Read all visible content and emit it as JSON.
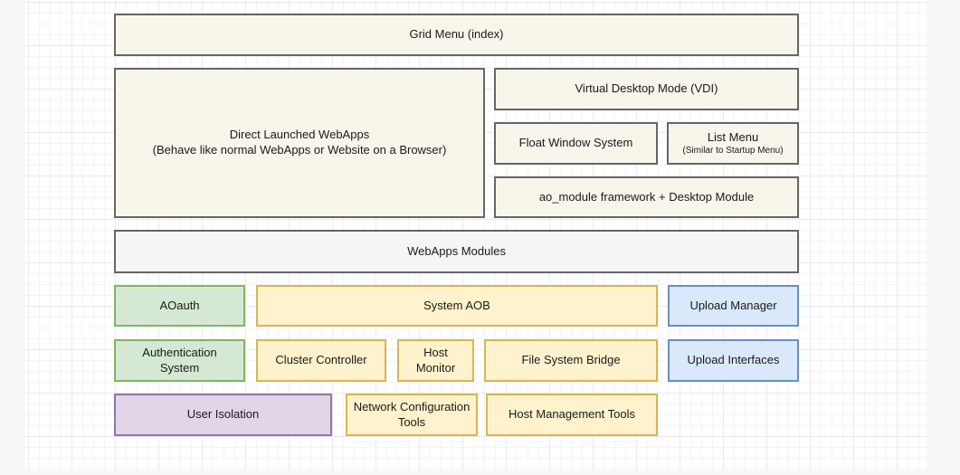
{
  "palette": {
    "cream": {
      "fill": "#f8f5eb",
      "border": "#666666"
    },
    "gray": {
      "fill": "#f5f5f5",
      "border": "#666666"
    },
    "green": {
      "fill": "#d5e8d4",
      "border": "#82b366"
    },
    "yellow": {
      "fill": "#fff2cc",
      "border": "#d6b656"
    },
    "blue": {
      "fill": "#dae8fc",
      "border": "#6c8ebf"
    },
    "purple": {
      "fill": "#e1d5e7",
      "border": "#9673a6"
    }
  },
  "canvas": {
    "page_background": "#ffffff",
    "offpage_background": "#f6f7f9",
    "grid_minor_color": "#f3f4f6",
    "grid_major_color": "#e8eaed"
  },
  "nodes": {
    "grid_menu": {
      "label": "Grid Menu (index)"
    },
    "direct_webapps": {
      "label": "Direct Launched WebApps",
      "sublabel": "(Behave like normal WebApps or Website on a Browser)"
    },
    "vdi": {
      "label": "Virtual Desktop Mode (VDI)"
    },
    "float_window": {
      "label": "Float Window System"
    },
    "list_menu": {
      "label": "List Menu",
      "sublabel": "(Similar to Startup Menu)"
    },
    "ao_module": {
      "label": "ao_module framework + Desktop Module"
    },
    "webapps_modules": {
      "label": "WebApps Modules"
    },
    "aoauth": {
      "label": "AOauth"
    },
    "system_aob": {
      "label": "System AOB"
    },
    "upload_manager": {
      "label": "Upload Manager"
    },
    "auth_system": {
      "label": "Authentication System"
    },
    "cluster_controller": {
      "label": "Cluster Controller"
    },
    "host_monitor": {
      "label": "Host Monitor"
    },
    "fs_bridge": {
      "label": "File System Bridge"
    },
    "upload_interfaces": {
      "label": "Upload Interfaces"
    },
    "user_isolation": {
      "label": "User Isolation"
    },
    "network_config_tools": {
      "label": "Network Configuration Tools"
    },
    "host_mgmt_tools": {
      "label": "Host Management Tools"
    }
  }
}
